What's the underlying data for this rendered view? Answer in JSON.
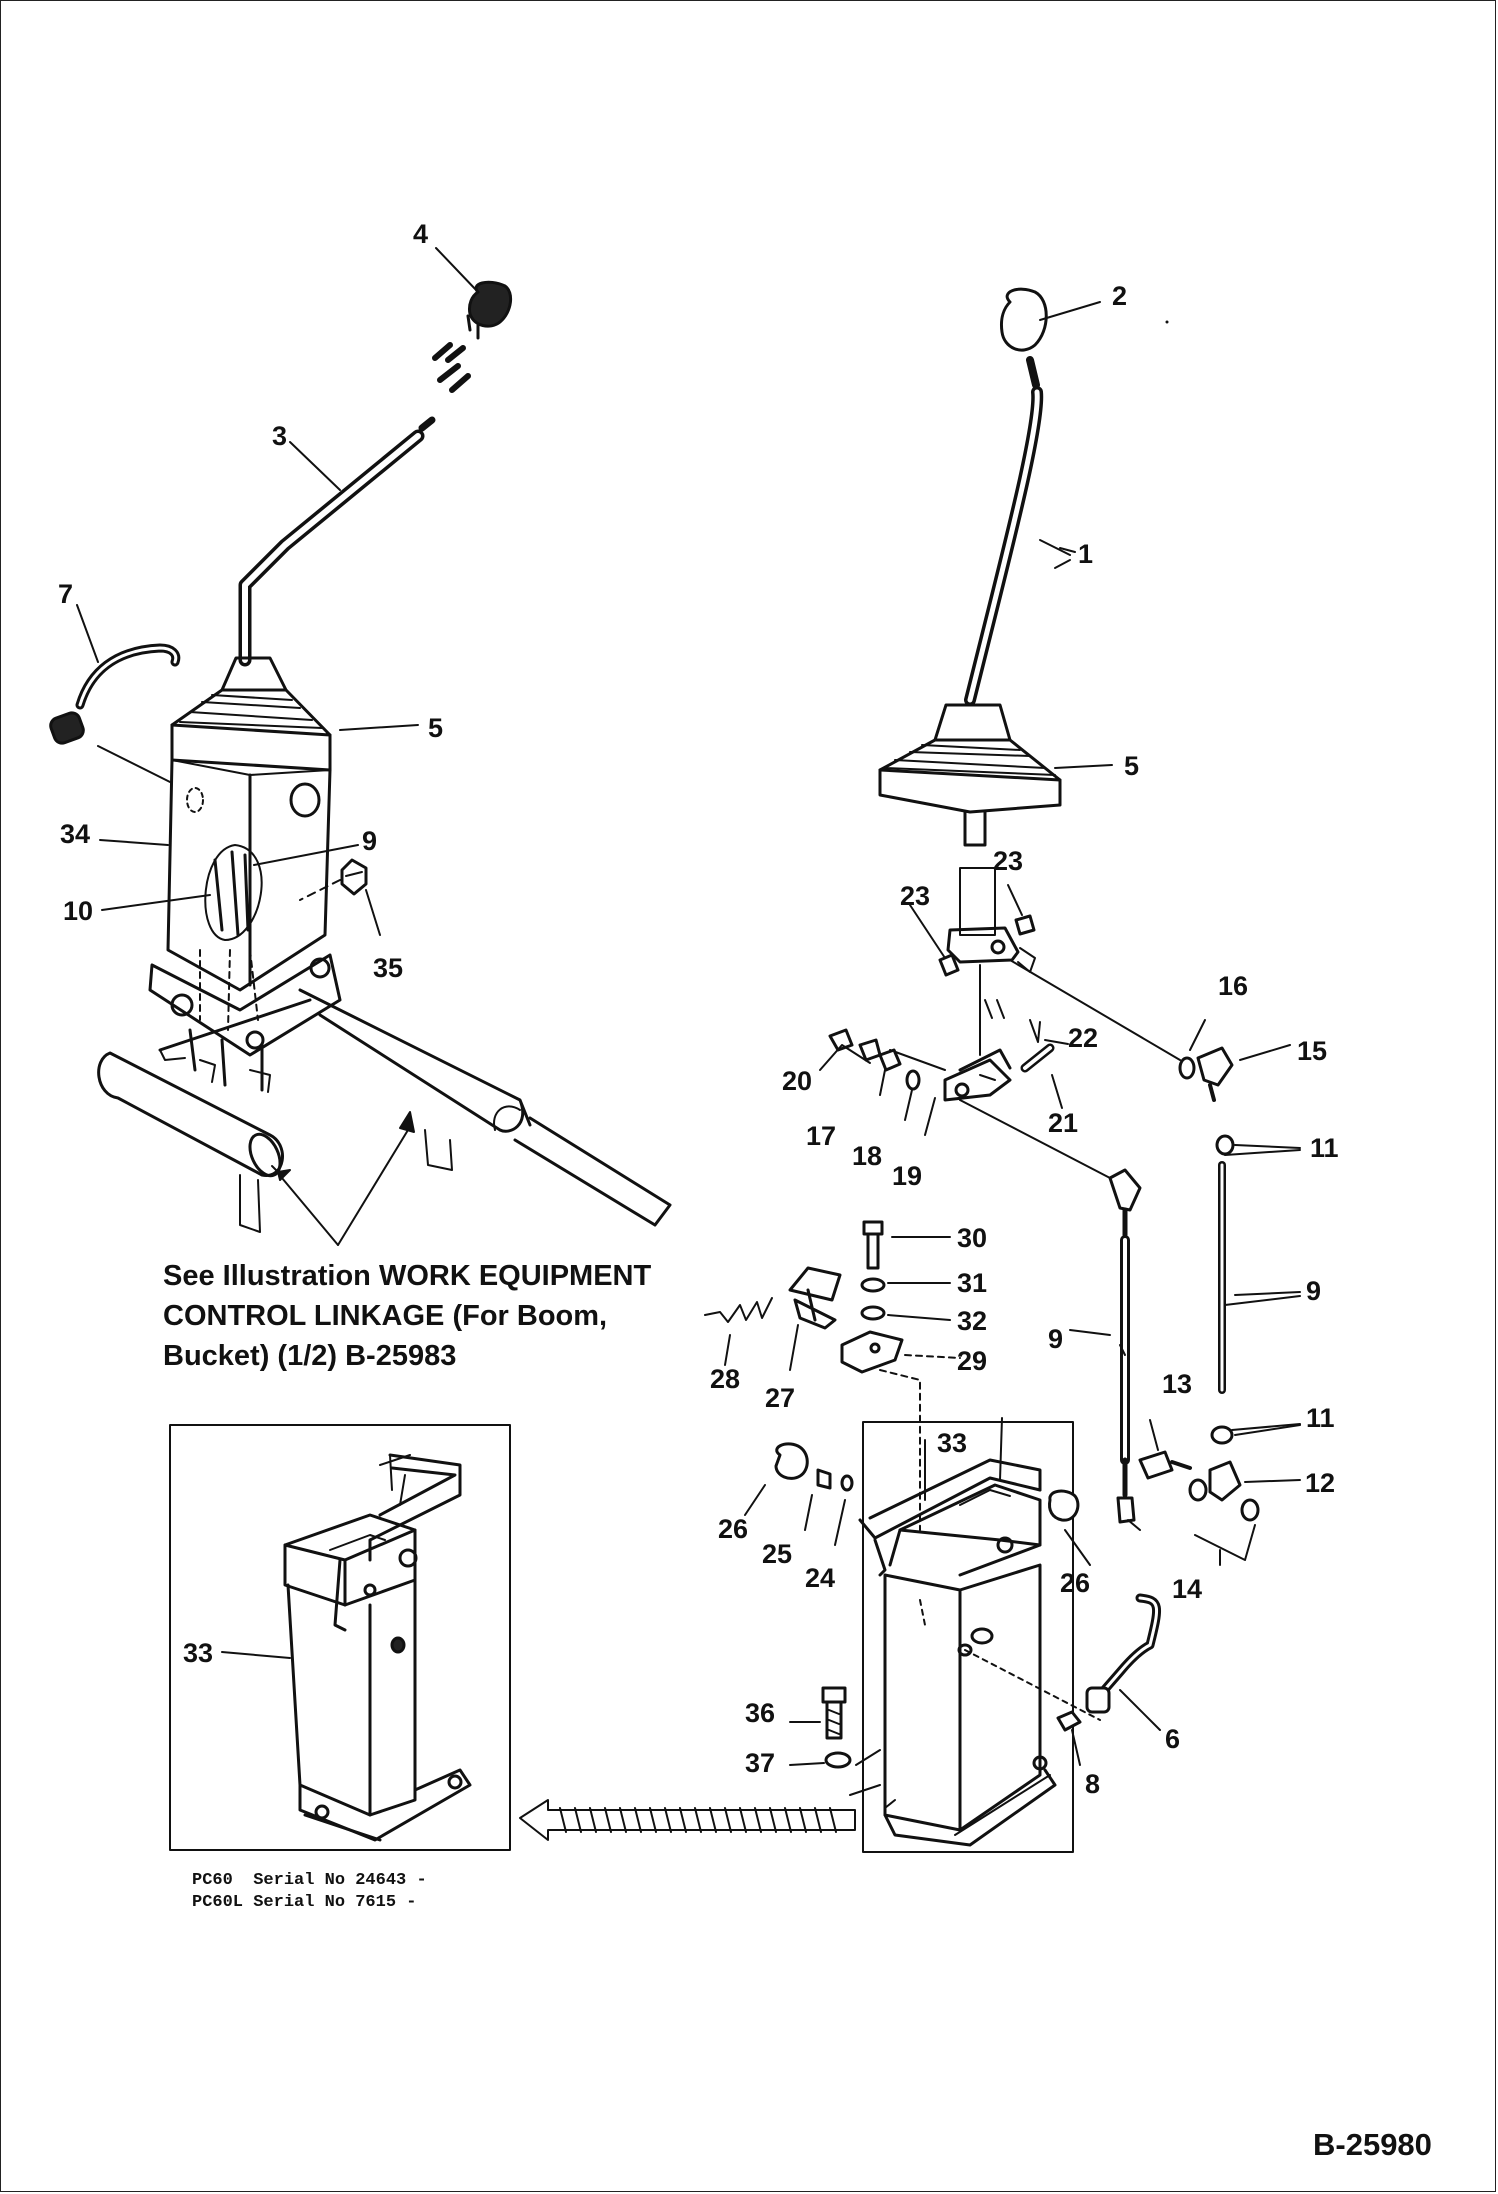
{
  "reference_note": {
    "line1": "See Illustration WORK EQUIPMENT",
    "line2": "CONTROL LINKAGE (For Boom,",
    "line3": "Bucket) (1/2) B-25983"
  },
  "serial_notes": [
    {
      "model": "PC60",
      "serial": "Serial No 24643 -"
    },
    {
      "model": "PC60L",
      "serial": "Serial No 7615 -"
    }
  ],
  "drawing_code": "B-25980",
  "callouts": {
    "c1": "1",
    "c2": "2",
    "c3": "3",
    "c4": "4",
    "c5a": "5",
    "c5b": "5",
    "c6": "6",
    "c7": "7",
    "c8": "8",
    "c9a": "9",
    "c9b": "9",
    "c9c": "9",
    "c10": "10",
    "c11a": "11",
    "c11b": "11",
    "c12": "12",
    "c13": "13",
    "c14": "14",
    "c15": "15",
    "c16": "16",
    "c17": "17",
    "c18": "18",
    "c19": "19",
    "c20": "20",
    "c21": "21",
    "c22": "22",
    "c23a": "23",
    "c23b": "23",
    "c24": "24",
    "c25": "25",
    "c26a": "26",
    "c26b": "26",
    "c27": "27",
    "c28": "28",
    "c29": "29",
    "c30": "30",
    "c31": "31",
    "c32": "32",
    "c33a": "33",
    "c33b": "33",
    "c34": "34",
    "c35": "35",
    "c36": "36",
    "c37": "37"
  }
}
